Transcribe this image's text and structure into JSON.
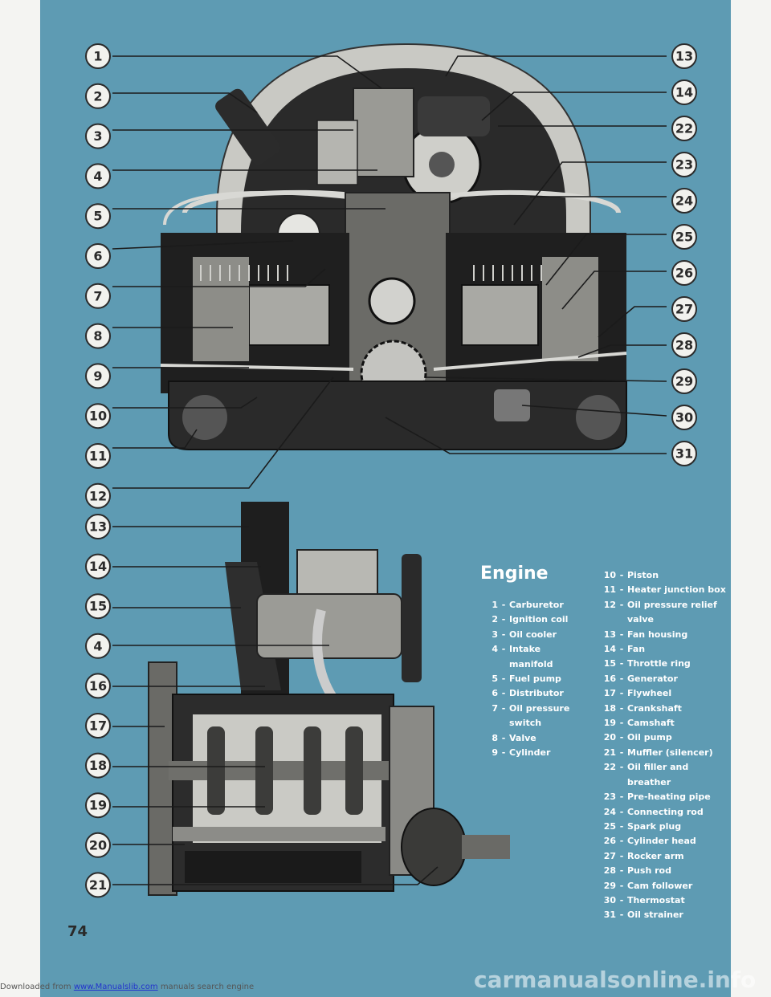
{
  "colors": {
    "page_bg": "#5e9bb3",
    "callout_fill": "#f2f2ee",
    "callout_stroke": "#2b2b2b",
    "engine_dark": "#1c1c1c",
    "engine_gray": "#8a8a86",
    "engine_light": "#d4d4d0",
    "legend_text": "#ffffff"
  },
  "callouts_top_left": [
    "1",
    "2",
    "3",
    "4",
    "5",
    "6",
    "7",
    "8",
    "9",
    "10",
    "11",
    "12"
  ],
  "callouts_top_right": [
    "13",
    "14",
    "22",
    "23",
    "24",
    "25",
    "26",
    "27",
    "28",
    "29",
    "30",
    "31"
  ],
  "callouts_bottom_left": [
    "13",
    "14",
    "15",
    "4",
    "16",
    "17",
    "18",
    "19",
    "20",
    "21"
  ],
  "legend": {
    "title": "Engine",
    "column1": [
      {
        "num": "1",
        "label": "Carburetor"
      },
      {
        "num": "2",
        "label": "Ignition coil"
      },
      {
        "num": "3",
        "label": "Oil cooler"
      },
      {
        "num": "4",
        "label": "Intake manifold"
      },
      {
        "num": "5",
        "label": "Fuel pump"
      },
      {
        "num": "6",
        "label": "Distributor"
      },
      {
        "num": "7",
        "label": "Oil pressure switch"
      },
      {
        "num": "8",
        "label": "Valve"
      },
      {
        "num": "9",
        "label": "Cylinder"
      }
    ],
    "column2": [
      {
        "num": "10",
        "label": "Piston"
      },
      {
        "num": "11",
        "label": "Heater junction box"
      },
      {
        "num": "12",
        "label": "Oil pressure relief valve"
      },
      {
        "num": "13",
        "label": "Fan housing"
      },
      {
        "num": "14",
        "label": "Fan"
      },
      {
        "num": "15",
        "label": "Throttle ring"
      },
      {
        "num": "16",
        "label": "Generator"
      },
      {
        "num": "17",
        "label": "Flywheel"
      },
      {
        "num": "18",
        "label": "Crankshaft"
      },
      {
        "num": "19",
        "label": "Camshaft"
      },
      {
        "num": "20",
        "label": "Oil pump"
      },
      {
        "num": "21",
        "label": "Muffler (silencer)"
      },
      {
        "num": "22",
        "label": "Oil filler and breather"
      },
      {
        "num": "23",
        "label": "Pre-heating pipe"
      },
      {
        "num": "24",
        "label": "Connecting rod"
      },
      {
        "num": "25",
        "label": "Spark plug"
      },
      {
        "num": "26",
        "label": "Cylinder head"
      },
      {
        "num": "27",
        "label": "Rocker arm"
      },
      {
        "num": "28",
        "label": "Push rod"
      },
      {
        "num": "29",
        "label": "Cam follower"
      },
      {
        "num": "30",
        "label": "Thermostat"
      },
      {
        "num": "31",
        "label": "Oil strainer"
      }
    ]
  },
  "page_number": "74",
  "footer": {
    "prefix": "Downloaded from ",
    "link": "www.Manualslib.com",
    "suffix": " manuals search engine"
  },
  "watermark": "carmanualsonline.info"
}
